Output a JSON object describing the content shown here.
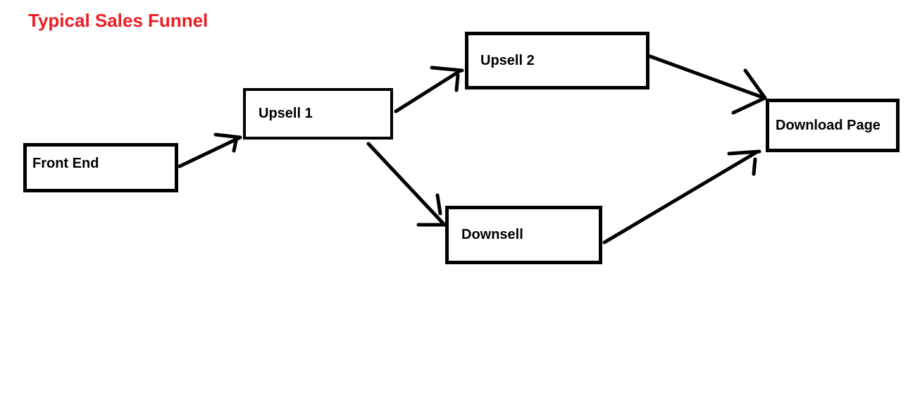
{
  "title": {
    "text": "Typical Sales Funnel",
    "color": "#ed1c24"
  },
  "diagram": {
    "background": "#ffffff",
    "stroke_color": "#000000",
    "nodes": [
      {
        "id": "front-end",
        "label": "Front End"
      },
      {
        "id": "upsell-1",
        "label": "Upsell 1"
      },
      {
        "id": "upsell-2",
        "label": "Upsell 2"
      },
      {
        "id": "downsell",
        "label": "Downsell"
      },
      {
        "id": "download-page",
        "label": "Download Page"
      }
    ],
    "edges": [
      {
        "from": "Front End",
        "to": "Upsell 1"
      },
      {
        "from": "Upsell 1",
        "to": "Upsell 2"
      },
      {
        "from": "Upsell 1",
        "to": "Downsell"
      },
      {
        "from": "Upsell 2",
        "to": "Download Page"
      },
      {
        "from": "Downsell",
        "to": "Download Page"
      }
    ]
  }
}
